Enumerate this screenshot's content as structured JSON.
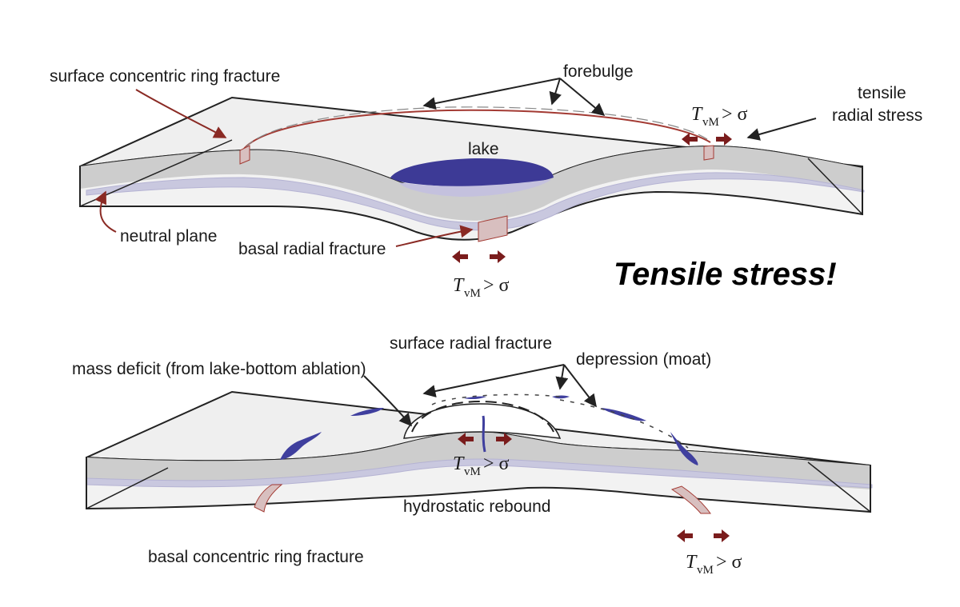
{
  "colors": {
    "surface": "#efefef",
    "slab_side": "#cdcdcd",
    "neutral_plane": "#c9c8df",
    "lake": "#3d3a96",
    "lake_light": "#c4c1de",
    "fracture_red": "#a33a33",
    "arrow": "#7a1c1c",
    "water_blue": "#3f3f9e",
    "outline": "#222222"
  },
  "top_panel": {
    "labels": {
      "surface_ring": "surface concentric ring fracture",
      "forebulge": "forebulge",
      "tensile_radial": [
        "tensile",
        "radial stress"
      ],
      "lake": "lake",
      "neutral_plane": "neutral plane",
      "basal_radial": "basal radial fracture"
    },
    "tvm": {
      "main": "T",
      "sub": "vM",
      "rel": "> σ"
    },
    "headline": "Tensile stress!"
  },
  "bottom_panel": {
    "labels": {
      "surface_radial": "surface radial fracture",
      "mass_deficit": "mass deficit (from lake-bottom ablation)",
      "depression": "depression (moat)",
      "hydrostatic": "hydrostatic rebound",
      "basal_ring": "basal concentric ring fracture"
    },
    "tvm": {
      "main": "T",
      "sub": "vM",
      "rel": "> σ"
    }
  }
}
